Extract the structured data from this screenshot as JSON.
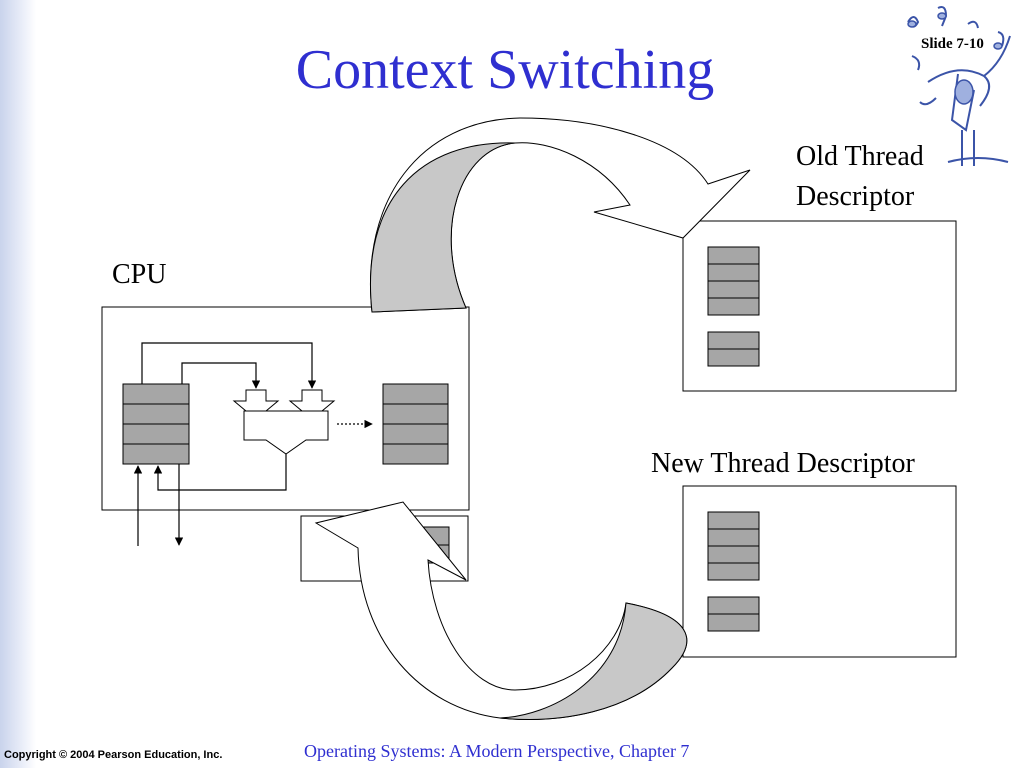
{
  "slide": {
    "title": "Context Switching",
    "slide_number": "Slide 7-10",
    "footer_copyright": "Copyright © 2004 Pearson Education, Inc.",
    "footer_book": "Operating Systems: A Modern Perspective, Chapter 7"
  },
  "diagram": {
    "cpu_label": "CPU",
    "old_descriptor_line1": "Old Thread",
    "old_descriptor_line2": "Descriptor",
    "new_descriptor_label": "New Thread Descriptor"
  },
  "colors": {
    "title": "#2f2fd0",
    "register_fill": "#a6a6a6",
    "arrow_fill": "#c8c8c8"
  }
}
